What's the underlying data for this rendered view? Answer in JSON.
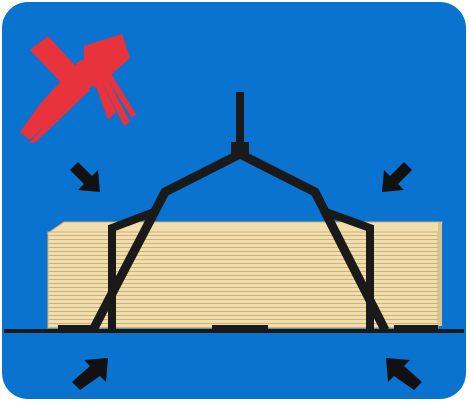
{
  "sign": {
    "background_color": "#0a73cf",
    "border_color": "#ffffff",
    "prohibition_mark": {
      "icon": "red-x-brush-mark",
      "color": "#e8323c"
    },
    "load": {
      "icon": "stacked-lumber",
      "color": "#f2deac",
      "line_color": "#c9b27c"
    },
    "lifting_device": {
      "icon": "fork-lift-sling",
      "color": "#1a1a1a"
    },
    "arrows": {
      "icon": "pressure-arrow",
      "color": "#111111",
      "count": 4
    }
  }
}
